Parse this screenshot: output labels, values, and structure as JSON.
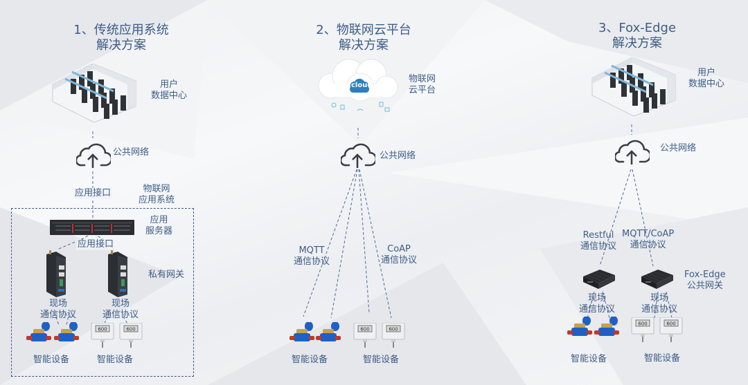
{
  "columns": [
    {
      "title_line1": "1、传统应用系统",
      "title_line2": "解决方案",
      "datacenter_label_line1": "用户",
      "datacenter_label_line2": "数据中心",
      "network_label": "公共网络",
      "api_label_top": "应用接口",
      "system_label_line1": "物联网",
      "system_label_line2": "应用系统",
      "server_label_line1": "应用",
      "server_label_line2": "服务器",
      "api_label_inner": "应用接口",
      "gateway_label": "私有网关",
      "field_proto_left_line1": "现场",
      "field_proto_left_line2": "通信协议",
      "field_proto_right_line1": "现场",
      "field_proto_right_line2": "通信协议",
      "devices_left_label": "智能设备",
      "devices_right_label": "智能设备"
    },
    {
      "title_line1": "2、物联网云平台",
      "title_line2": "解决方案",
      "cloud_badge": "cloud",
      "cloud_label_line1": "物联网",
      "cloud_label_line2": "云平台",
      "network_label": "公共网络",
      "proto_left_line1": "MQTT",
      "proto_left_line2": "通信协议",
      "proto_right_line1": "CoAP",
      "proto_right_line2": "通信协议",
      "devices_left_label": "智能设备",
      "devices_right_label": "智能设备"
    },
    {
      "title_line1": "3、Fox-Edge",
      "title_line2": "解决方案",
      "datacenter_label_line1": "用户",
      "datacenter_label_line2": "数据中心",
      "network_label": "公共网络",
      "proto_left_line1": "Restful",
      "proto_left_line2": "通信协议",
      "proto_right_line1": "MQTT/CoAP",
      "proto_right_line2": "通信协议",
      "gateway_label_line1": "Fox-Edge",
      "gateway_label_line2": "公共网关",
      "field_proto_left_line1": "现场",
      "field_proto_left_line2": "通信协议",
      "field_proto_right_line1": "现场",
      "field_proto_right_line2": "通信协议",
      "devices_left_label": "智能设备",
      "devices_right_label": "智能设备"
    }
  ],
  "sensor_display": "600",
  "colors": {
    "text": "#3e5c86",
    "dash": "#4a6a9a",
    "cloud_badge": "#2a7fc0",
    "meter_blue": "#1f5fc8",
    "meter_brass": "#c8a050"
  }
}
